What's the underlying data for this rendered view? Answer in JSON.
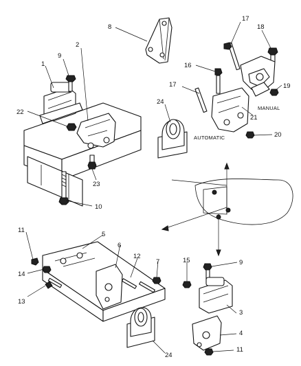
{
  "callouts": {
    "n1": "1",
    "n2": "2",
    "n3": "3",
    "n4": "4",
    "n5": "5",
    "n6": "6",
    "n7": "7",
    "n8": "8",
    "n9a": "9",
    "n9b": "9",
    "n10": "10",
    "n11a": "11",
    "n11b": "11",
    "n12": "12",
    "n13": "13",
    "n14": "14",
    "n15": "15",
    "n16": "16",
    "n17a": "17",
    "n17b": "17",
    "n18": "18",
    "n19": "19",
    "n20": "20",
    "n21": "21",
    "n22": "22",
    "n23": "23",
    "n24a": "24",
    "n24b": "24"
  },
  "labels": {
    "manual": "MANUAL",
    "automatic": "AUTOMATIC"
  }
}
